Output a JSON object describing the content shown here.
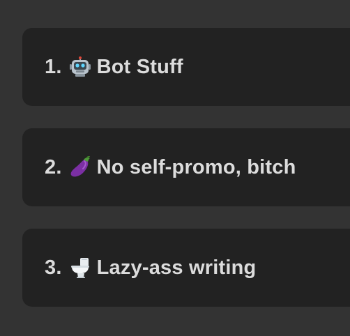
{
  "rules": [
    {
      "number": "1.",
      "icon": "robot-icon",
      "label": "Bot Stuff"
    },
    {
      "number": "2.",
      "icon": "eggplant-icon",
      "label": "No self-promo, bitch"
    },
    {
      "number": "3.",
      "icon": "toilet-icon",
      "label": "Lazy-ass writing"
    }
  ],
  "colors": {
    "background": "#333333",
    "card": "#222222",
    "text": "#dcdcdc"
  }
}
